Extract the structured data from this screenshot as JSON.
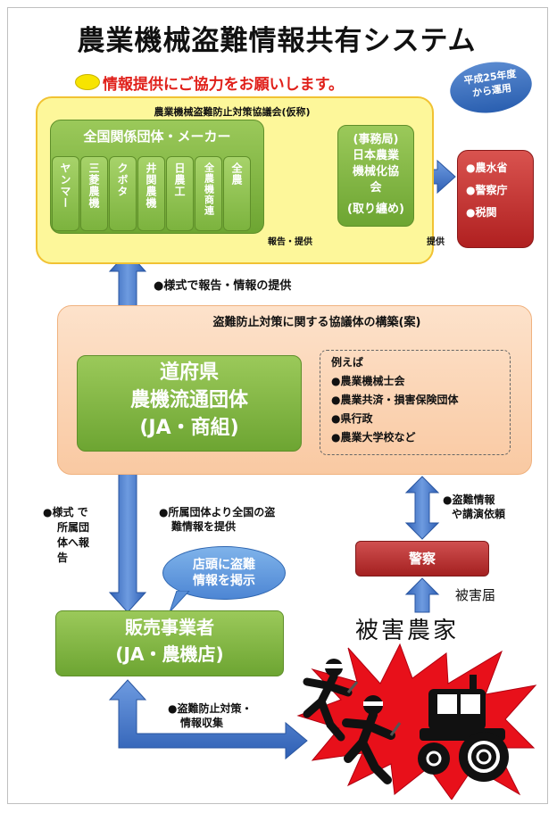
{
  "title": "農業機械盗難情報共有システム",
  "subtitle": "情報提供にご協力をお願いします。",
  "badge": {
    "line1": "平成25年度",
    "line2": "から運用"
  },
  "council": {
    "title": "農業機械盗難防止対策協議会(仮称)",
    "group_title": "全国関係団体・メーカー",
    "members": [
      "ヤンマー",
      "三菱農機",
      "クボタ",
      "井関農機",
      "日農工",
      "全農機商連",
      "全農"
    ],
    "secretariat": [
      "(事務局)",
      "日本農業",
      "機械化協",
      "会",
      "(取り纏め)"
    ],
    "exchange_label": "報告・提供",
    "provide_label": "提供"
  },
  "agencies": [
    "●農水省",
    "●警察庁",
    "●税関"
  ],
  "flow_report_label": "●様式で報告・情報の提供",
  "regional": {
    "title": "盗難防止対策に関する協議体の構築(案)",
    "pref_line1": "道府県",
    "pref_line2": "農機流通団体",
    "pref_line3": "(JA・商組)",
    "examples_title": "例えば",
    "examples": [
      "●農業機械士会",
      "●農業共済・損害保険団体",
      "●県行政",
      "●農業大学校など"
    ]
  },
  "left_report": [
    "●様式 で",
    "所属団",
    "体へ報",
    "告"
  ],
  "member_info": [
    "●所属団体より全国の盗",
    "難情報を提供"
  ],
  "police_info": [
    "●盗難情報",
    "や講演依頼"
  ],
  "bubble": [
    "店頭に盗難",
    "情報を掲示"
  ],
  "police": "警察",
  "damage_report": "被害届",
  "dealer": {
    "line1": "販売事業者",
    "line2": "(JA・農機店)"
  },
  "farmer": "被害農家",
  "prevention": [
    "●盗難防止対策・",
    "情報収集"
  ],
  "colors": {
    "green": "#7cb33e",
    "arrow_blue": "#3a6fc4",
    "red": "#c0282a",
    "yellow": "#fdf79a",
    "peach": "#f9c9a2"
  }
}
